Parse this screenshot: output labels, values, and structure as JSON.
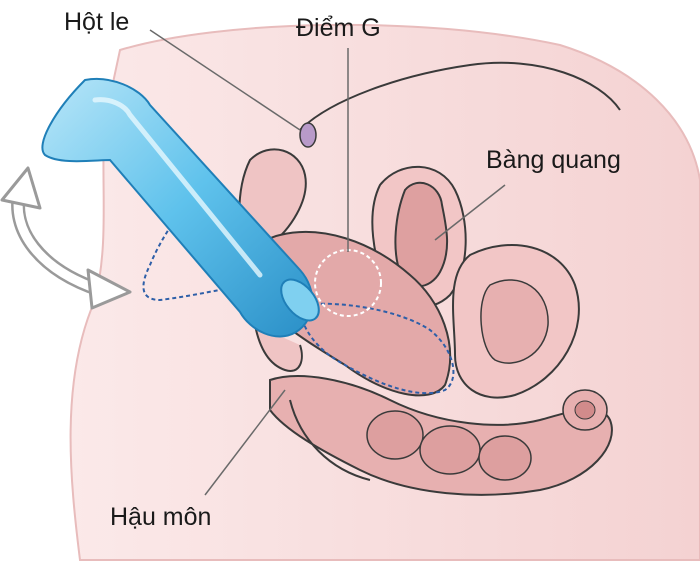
{
  "labels": {
    "clitoris": "Hột le",
    "g_spot": "Điểm G",
    "bladder": "Bàng quang",
    "anus": "Hậu môn"
  },
  "colors": {
    "skin": "#f7dcdc",
    "skin_shadow": "#efc4c4",
    "organ": "#ebb3b3",
    "organ_dark": "#d99a9a",
    "outline": "#2d2d2d",
    "device": "#5fc2ec",
    "device_light": "#b9e6f8",
    "device_dark": "#2a8fc7",
    "dashed": "#2e5fa8",
    "arrow": "#c8c8c8"
  }
}
